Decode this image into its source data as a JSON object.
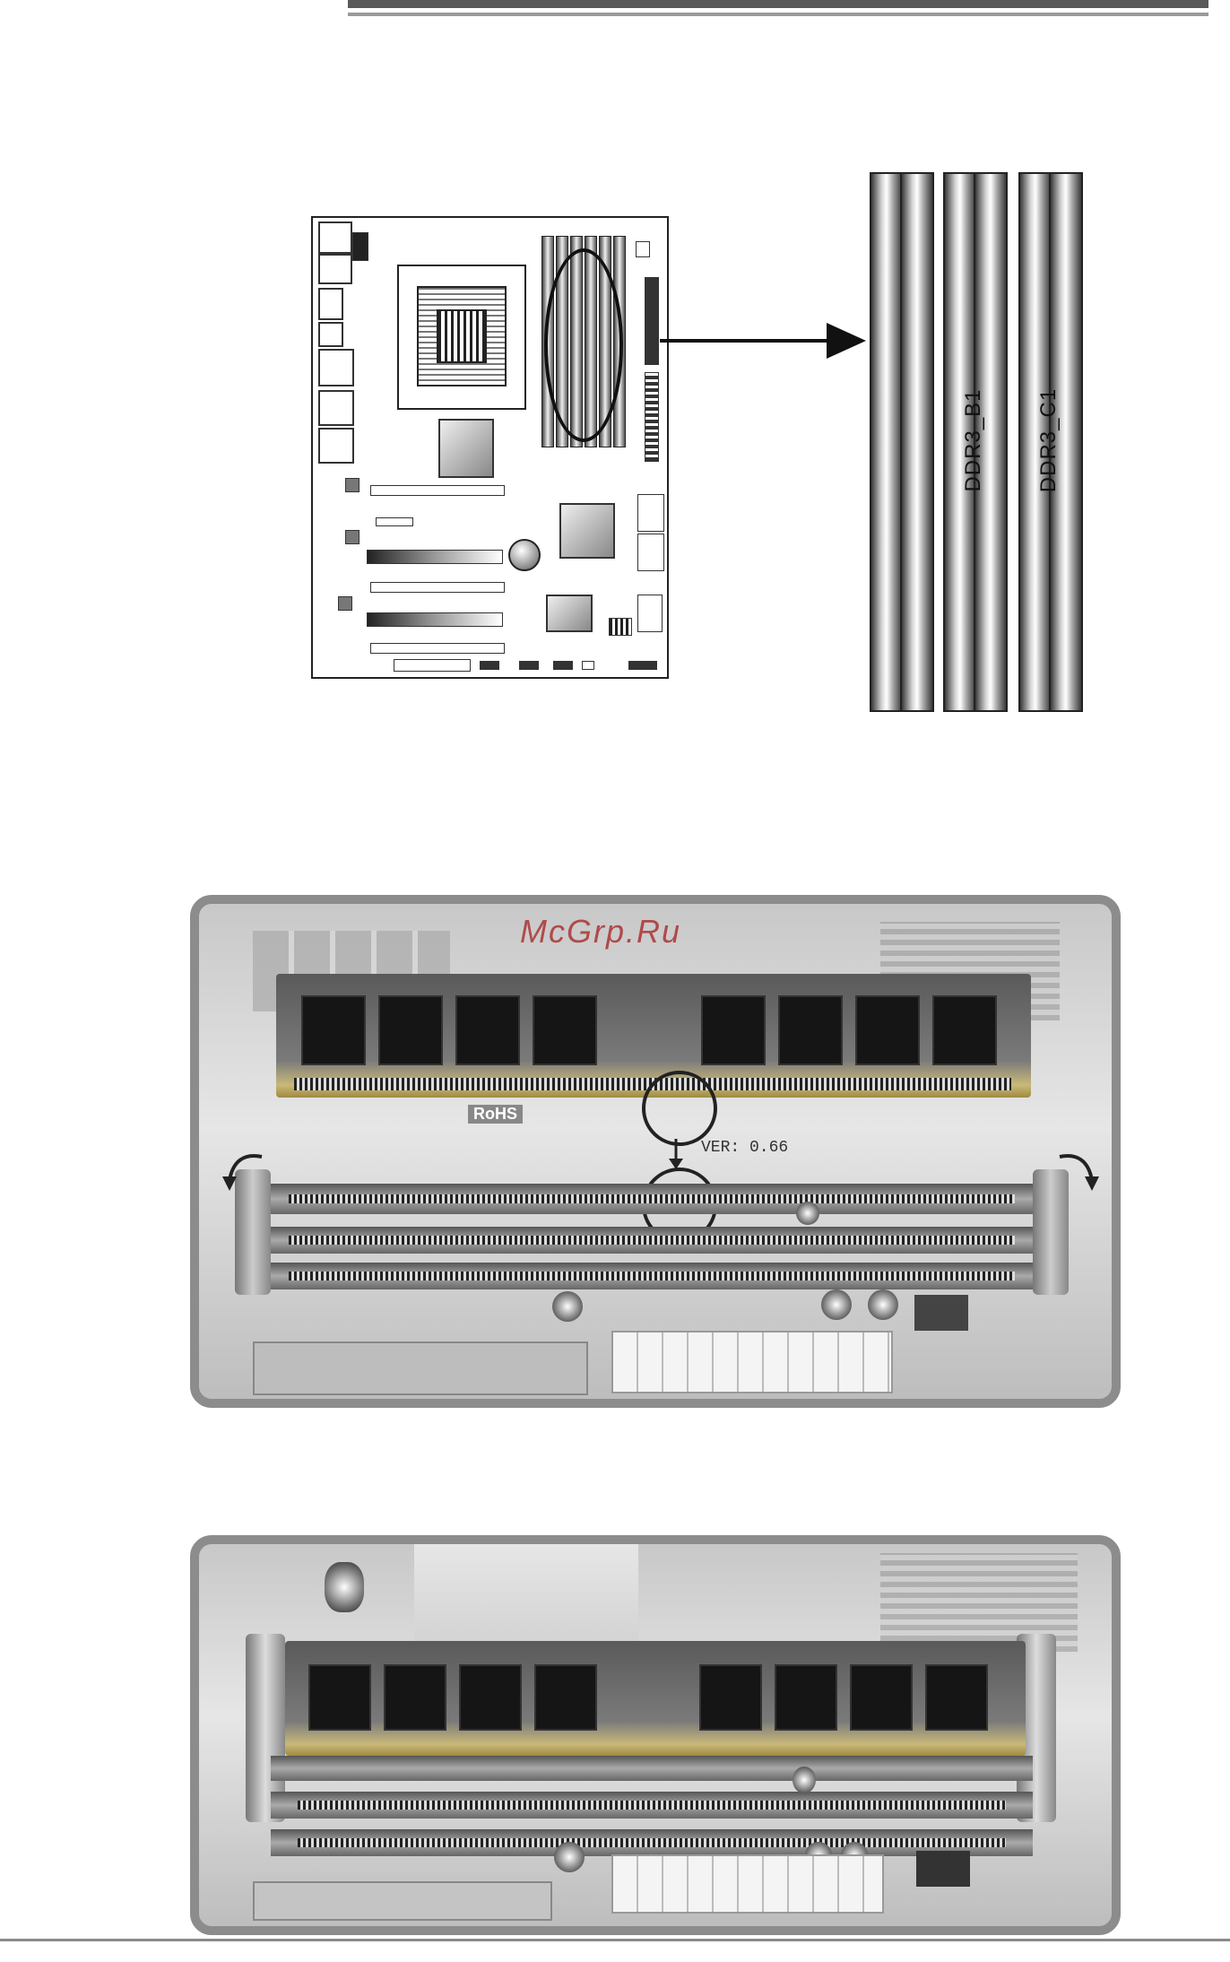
{
  "slots": {
    "b1_label": "DDR3_B1",
    "c1_label": "DDR3_C1"
  },
  "watermark": "McGrp.Ru",
  "photo1": {
    "marks": [
      "RoHS",
      "VER: 0.66"
    ]
  },
  "colors": {
    "watermark": "#b04a4a",
    "frame": "#8c8c8c"
  }
}
